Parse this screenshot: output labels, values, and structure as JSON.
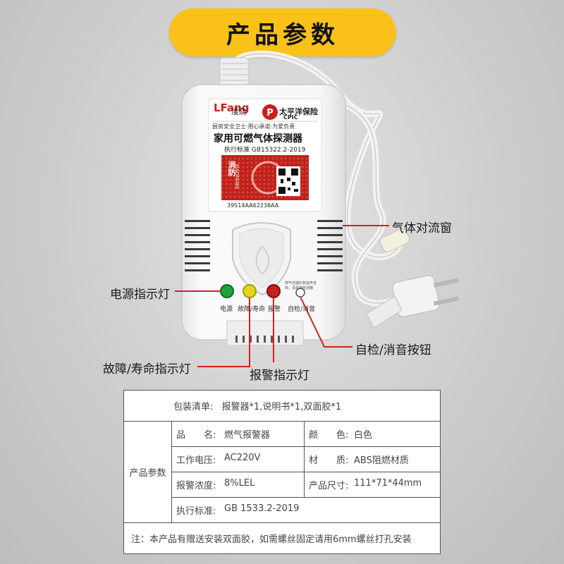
{
  "title": "产品参数",
  "device": {
    "brand_logo": "LFang",
    "brand_cn": "凌防",
    "insurer_name": "太平洋保险",
    "insurer_abbr": "CPIC",
    "slogan": "厨房安全卫士·用心承诺·为爱负责",
    "product_name": "家用可燃气体探测器",
    "standard_line": "执行标准 GB15322.2-2019",
    "label_tag": "消防",
    "label_tag_sub": "XIAOFANG",
    "serial": "39S14AA62238AA",
    "small_note_1": "燃气泄漏时若有声音",
    "small_note_2": "鸣，请更换检测器",
    "led_labels": [
      "电源",
      "故障/寿命",
      "报警",
      "自检/消音"
    ]
  },
  "callouts": {
    "power_led": "电源指示灯",
    "fault_led": "故障/寿命指示灯",
    "alarm_led": "报警指示灯",
    "test_button": "自检/消音按钮",
    "vent": "气体对流窗"
  },
  "colors": {
    "accent": "#f9c11a",
    "callout_line": "#d42020",
    "led_power": "#1fa33a",
    "led_fault": "#e8d51a",
    "led_alarm": "#c8201a"
  },
  "spec": {
    "packing_label": "包装清单:",
    "packing_value": "报警器*1,说明书*1,双面胶*1",
    "section_label": "产品参数",
    "rows": [
      {
        "k1": "品　　名:",
        "v1": "燃气报警器",
        "k2": "颜　　色:",
        "v2": "白色"
      },
      {
        "k1": "工作电压:",
        "v1": "AC220V",
        "k2": "材　　质:",
        "v2": "ABS阻燃材质"
      },
      {
        "k1": "报警浓度:",
        "v1": "8%LEL",
        "k2": "产品尺寸:",
        "v2": "111*71*44mm"
      }
    ],
    "standard_label": "执行标准:",
    "standard_value": "GB 1533.2-2019",
    "note": "注：本产品有赠送安装双面胶，如需螺丝固定请用6mm螺丝打孔安装"
  }
}
